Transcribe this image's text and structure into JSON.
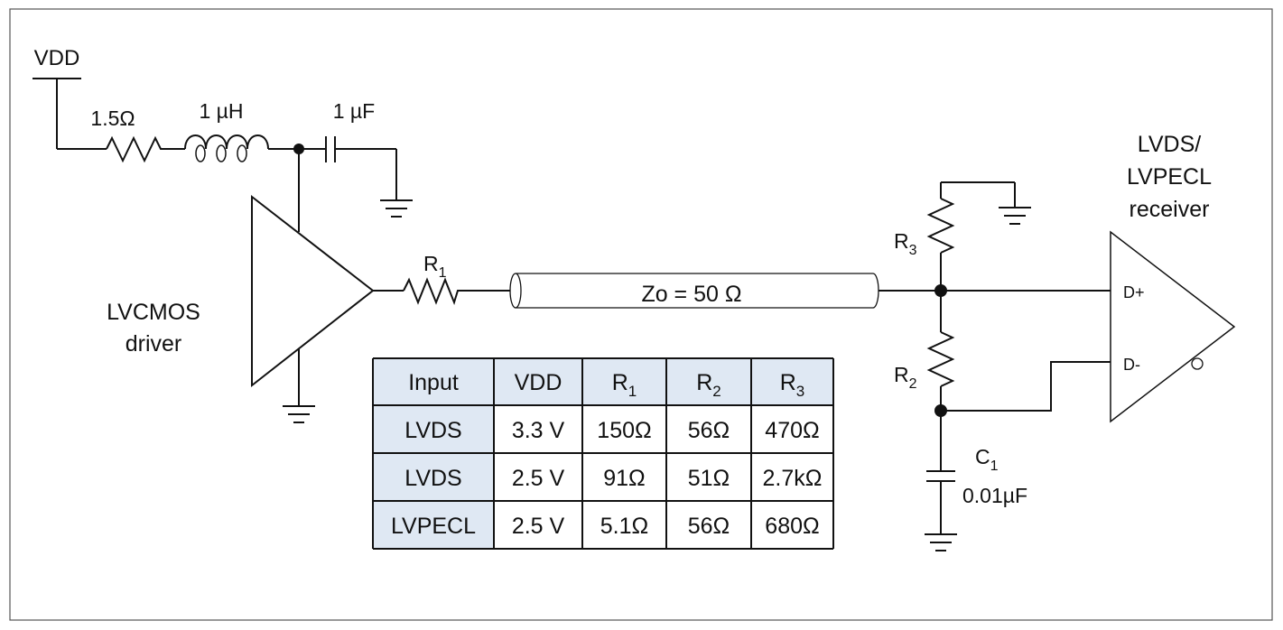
{
  "supply": {
    "vdd": "VDD",
    "resistor": "1.5Ω",
    "inductor": "1 µH",
    "capacitor": "1 µF"
  },
  "driver": {
    "line1": "LVCMOS",
    "line2": "driver"
  },
  "r1": {
    "main": "R",
    "sub": "1"
  },
  "line": {
    "label": "Zo = 50 Ω"
  },
  "r3": {
    "main": "R",
    "sub": "3"
  },
  "r2": {
    "main": "R",
    "sub": "2"
  },
  "c1": {
    "main": "C",
    "sub": "1",
    "value": "0.01µF"
  },
  "receiver": {
    "line1": "LVDS/",
    "line2": "LVPECL",
    "line3": "receiver",
    "pin_pos": "D+",
    "pin_neg": "D-"
  },
  "table": {
    "headers": [
      {
        "main": "Input",
        "sub": ""
      },
      {
        "main": "VDD",
        "sub": ""
      },
      {
        "main": "R",
        "sub": "1"
      },
      {
        "main": "R",
        "sub": "2"
      },
      {
        "main": "R",
        "sub": "3"
      }
    ],
    "rows": [
      [
        "LVDS",
        "3.3 V",
        "150Ω",
        "56Ω",
        "470Ω"
      ],
      [
        "LVDS",
        "2.5 V",
        "91Ω",
        "51Ω",
        "2.7kΩ"
      ],
      [
        "LVPECL",
        "2.5 V",
        "5.1Ω",
        "56Ω",
        "680Ω"
      ]
    ]
  }
}
